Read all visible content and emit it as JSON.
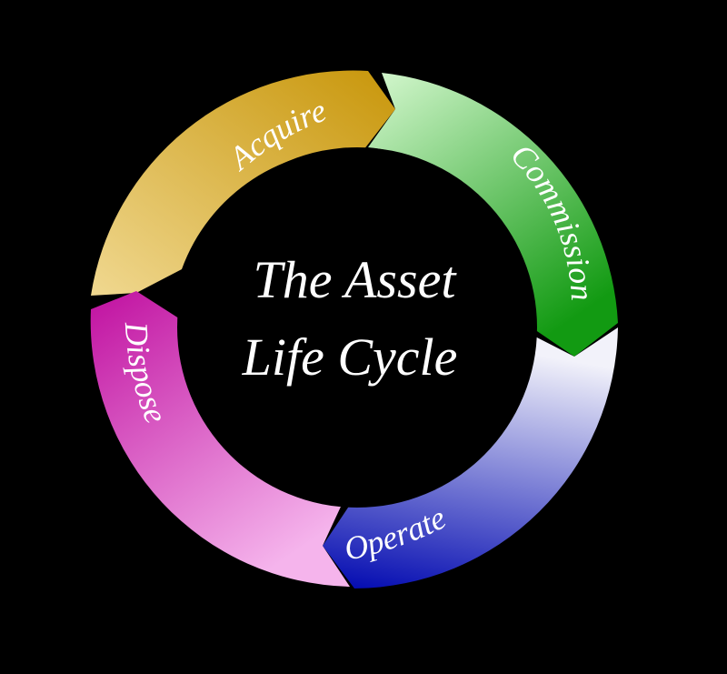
{
  "diagram": {
    "title_line1": "The Asset",
    "title_line2": "Life Cycle",
    "stages": [
      {
        "label": "Acquire",
        "color_light": "#e8c65a",
        "color_dark": "#c8980a"
      },
      {
        "label": "Commission",
        "color_light": "#c8f5c0",
        "color_dark": "#1ea81e"
      },
      {
        "label": "Operate",
        "color_light": "#e0e0f5",
        "color_dark": "#0a10b4"
      },
      {
        "label": "Dispose",
        "color_light": "#f5a6e8",
        "color_dark": "#c814a8"
      }
    ],
    "background": "#000000"
  }
}
